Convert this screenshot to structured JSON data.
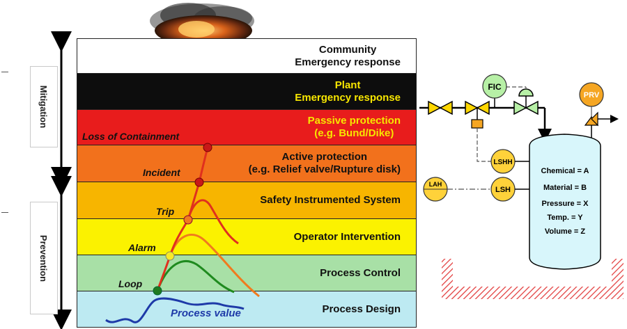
{
  "layers": [
    {
      "id": "community",
      "lines": [
        "Community",
        "Emergency response"
      ],
      "bg": "#ffffff",
      "fg": "#111111"
    },
    {
      "id": "plant",
      "lines": [
        "Plant",
        "Emergency response"
      ],
      "bg": "#0d0d0d",
      "fg": "#f7e600"
    },
    {
      "id": "passive",
      "lines": [
        "Passive protection",
        "(e.g. Bund/Dike)"
      ],
      "bg": "#e81c1c",
      "fg": "#f7e600"
    },
    {
      "id": "active",
      "lines": [
        "Active protection",
        "(e.g. Relief valve/Rupture disk)"
      ],
      "bg": "#f2711c",
      "fg": "#111111"
    },
    {
      "id": "sis",
      "lines": [
        "Safety Instrumented System"
      ],
      "bg": "#f7b500",
      "fg": "#111111"
    },
    {
      "id": "operator",
      "lines": [
        "Operator Intervention"
      ],
      "bg": "#fbf200",
      "fg": "#111111"
    },
    {
      "id": "control",
      "lines": [
        "Process Control"
      ],
      "bg": "#a8e0a6",
      "fg": "#111111"
    },
    {
      "id": "design",
      "lines": [
        "Process Design"
      ],
      "bg": "#bdeaf2",
      "fg": "#111111"
    }
  ],
  "side_labels": {
    "mitigation": "Mitigation",
    "prevention": "Prevention"
  },
  "points": {
    "loss": "Loss of Containment",
    "incident": "Incident",
    "trip": "Trip",
    "alarm": "Alarm",
    "loop": "Loop"
  },
  "process_value_label": "Process value",
  "pid": {
    "fic": "FIC",
    "prv": "PRV",
    "lshh": "LSHH",
    "lsh": "LSH",
    "lah": "LAH",
    "vessel_lines": [
      "Chemical = A",
      "Material = B",
      "Pressure = X",
      "Temp. = Y",
      "Volume = Z"
    ]
  },
  "colors": {
    "red_marker": "#c81818",
    "orange_marker": "#f07a1e",
    "yellow_marker": "#f7ea2a",
    "green_marker": "#1f7a1f",
    "process_curve": "#1e3aa8",
    "instrument_green": "#b7f0a6",
    "instrument_orange": "#f5a623",
    "instrument_yellow": "#ffd23a",
    "valve_yellow": "#ffd700",
    "vessel": "#d8f6fb",
    "hatch": "#e23b3b"
  }
}
